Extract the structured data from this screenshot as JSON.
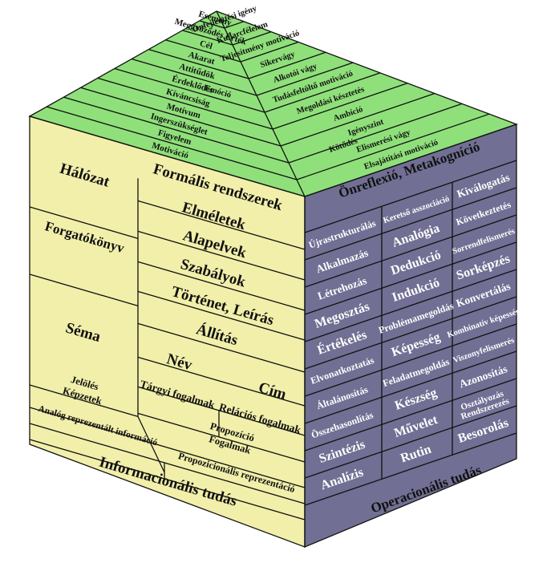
{
  "colors": {
    "front_face": "#f1efaa",
    "right_face": "#716f93",
    "top_face": "#8fe07a",
    "stroke": "#111111",
    "text": "#111111"
  },
  "front": {
    "hierarchy": [
      {
        "label": "Hálózat"
      },
      {
        "label": "Forgatókönyv"
      },
      {
        "label": "Séma"
      }
    ],
    "stack": [
      {
        "label": "Formális rendszerek"
      },
      {
        "label": "Elméletek"
      },
      {
        "label": "Alapelvek"
      },
      {
        "label": "Szabályok"
      },
      {
        "label": "Történet, Leírás"
      },
      {
        "label": "Állítás"
      }
    ],
    "nev": "Név",
    "cim": "Cím",
    "targyi": "Tárgyi fogalmak",
    "relacios": "Relációs fogalmak",
    "jelolesek": "Jelölés\nKépzetek",
    "propozicio": "Propozíció\nFogalmak",
    "analog": "Analóg reprezentált információ",
    "propozicionalis": "Propozicionális reprezentáció",
    "bottom": "Informacionális tudás"
  },
  "right": {
    "header": "Önreflexió, Metakogníció",
    "bottom": "Operacionális tudás",
    "rows": [
      [
        "Újrastrukturálás",
        "Keretső asszociáció",
        "Kiválogatás"
      ],
      [
        "Alkalmazás",
        "Analógia",
        "Következtetés"
      ],
      [
        "Létrehozás",
        "Dedukció",
        "Sorrendfelismerés"
      ],
      [
        "Megosztás",
        "Indukció",
        "Sorképzés"
      ],
      [
        "Értékelés",
        "Problémamegoldás",
        "Konvertálás"
      ],
      [
        "Elvonatkoztatás",
        "Képesség",
        "Kombinatív képesség"
      ],
      [
        "Általánosítás",
        "Feladatmegoldás",
        "Viszonyfelismerés"
      ],
      [
        "Összehasonlítás",
        "Készség",
        "Azonosítás"
      ],
      [
        "Szintézis",
        "Művelet",
        "Osztályozás\nRendszerezés"
      ],
      [
        "Analízis",
        "Rutin",
        "Besorolás"
      ]
    ]
  },
  "top": {
    "left": [
      {
        "label": "Motiváció"
      },
      {
        "label": "Figyelem"
      },
      {
        "label": "Ingerszükséglet"
      },
      {
        "label": "Motívum"
      },
      {
        "label": "Kíváncsiság"
      },
      {
        "label": "Érdeklődés"
      },
      {
        "label": "Attitűdök"
      },
      {
        "label": "Akarat"
      },
      {
        "label": "Cél"
      },
      {
        "label": "Meggyőződés Érték"
      },
      {
        "label": "Esemény"
      }
    ],
    "right": [
      {
        "label": "Elsajátítási motiváció"
      },
      {
        "label": "Elismerési vágy"
      },
      {
        "label": "Igényszint"
      },
      {
        "label": "Ambíció"
      },
      {
        "label": "Megoldási késztetés"
      },
      {
        "label": "Tudásfeltöltő motiváció"
      },
      {
        "label": "Alkotói vágy"
      },
      {
        "label": "Sikervágy"
      },
      {
        "label": "Teljesítmény motiváció"
      },
      {
        "label": "Kudarcfélelem"
      },
      {
        "label": "Önfejlesztési igény"
      }
    ],
    "extra": [
      {
        "label": "Kötődés"
      },
      {
        "label": "Emóció"
      }
    ]
  }
}
